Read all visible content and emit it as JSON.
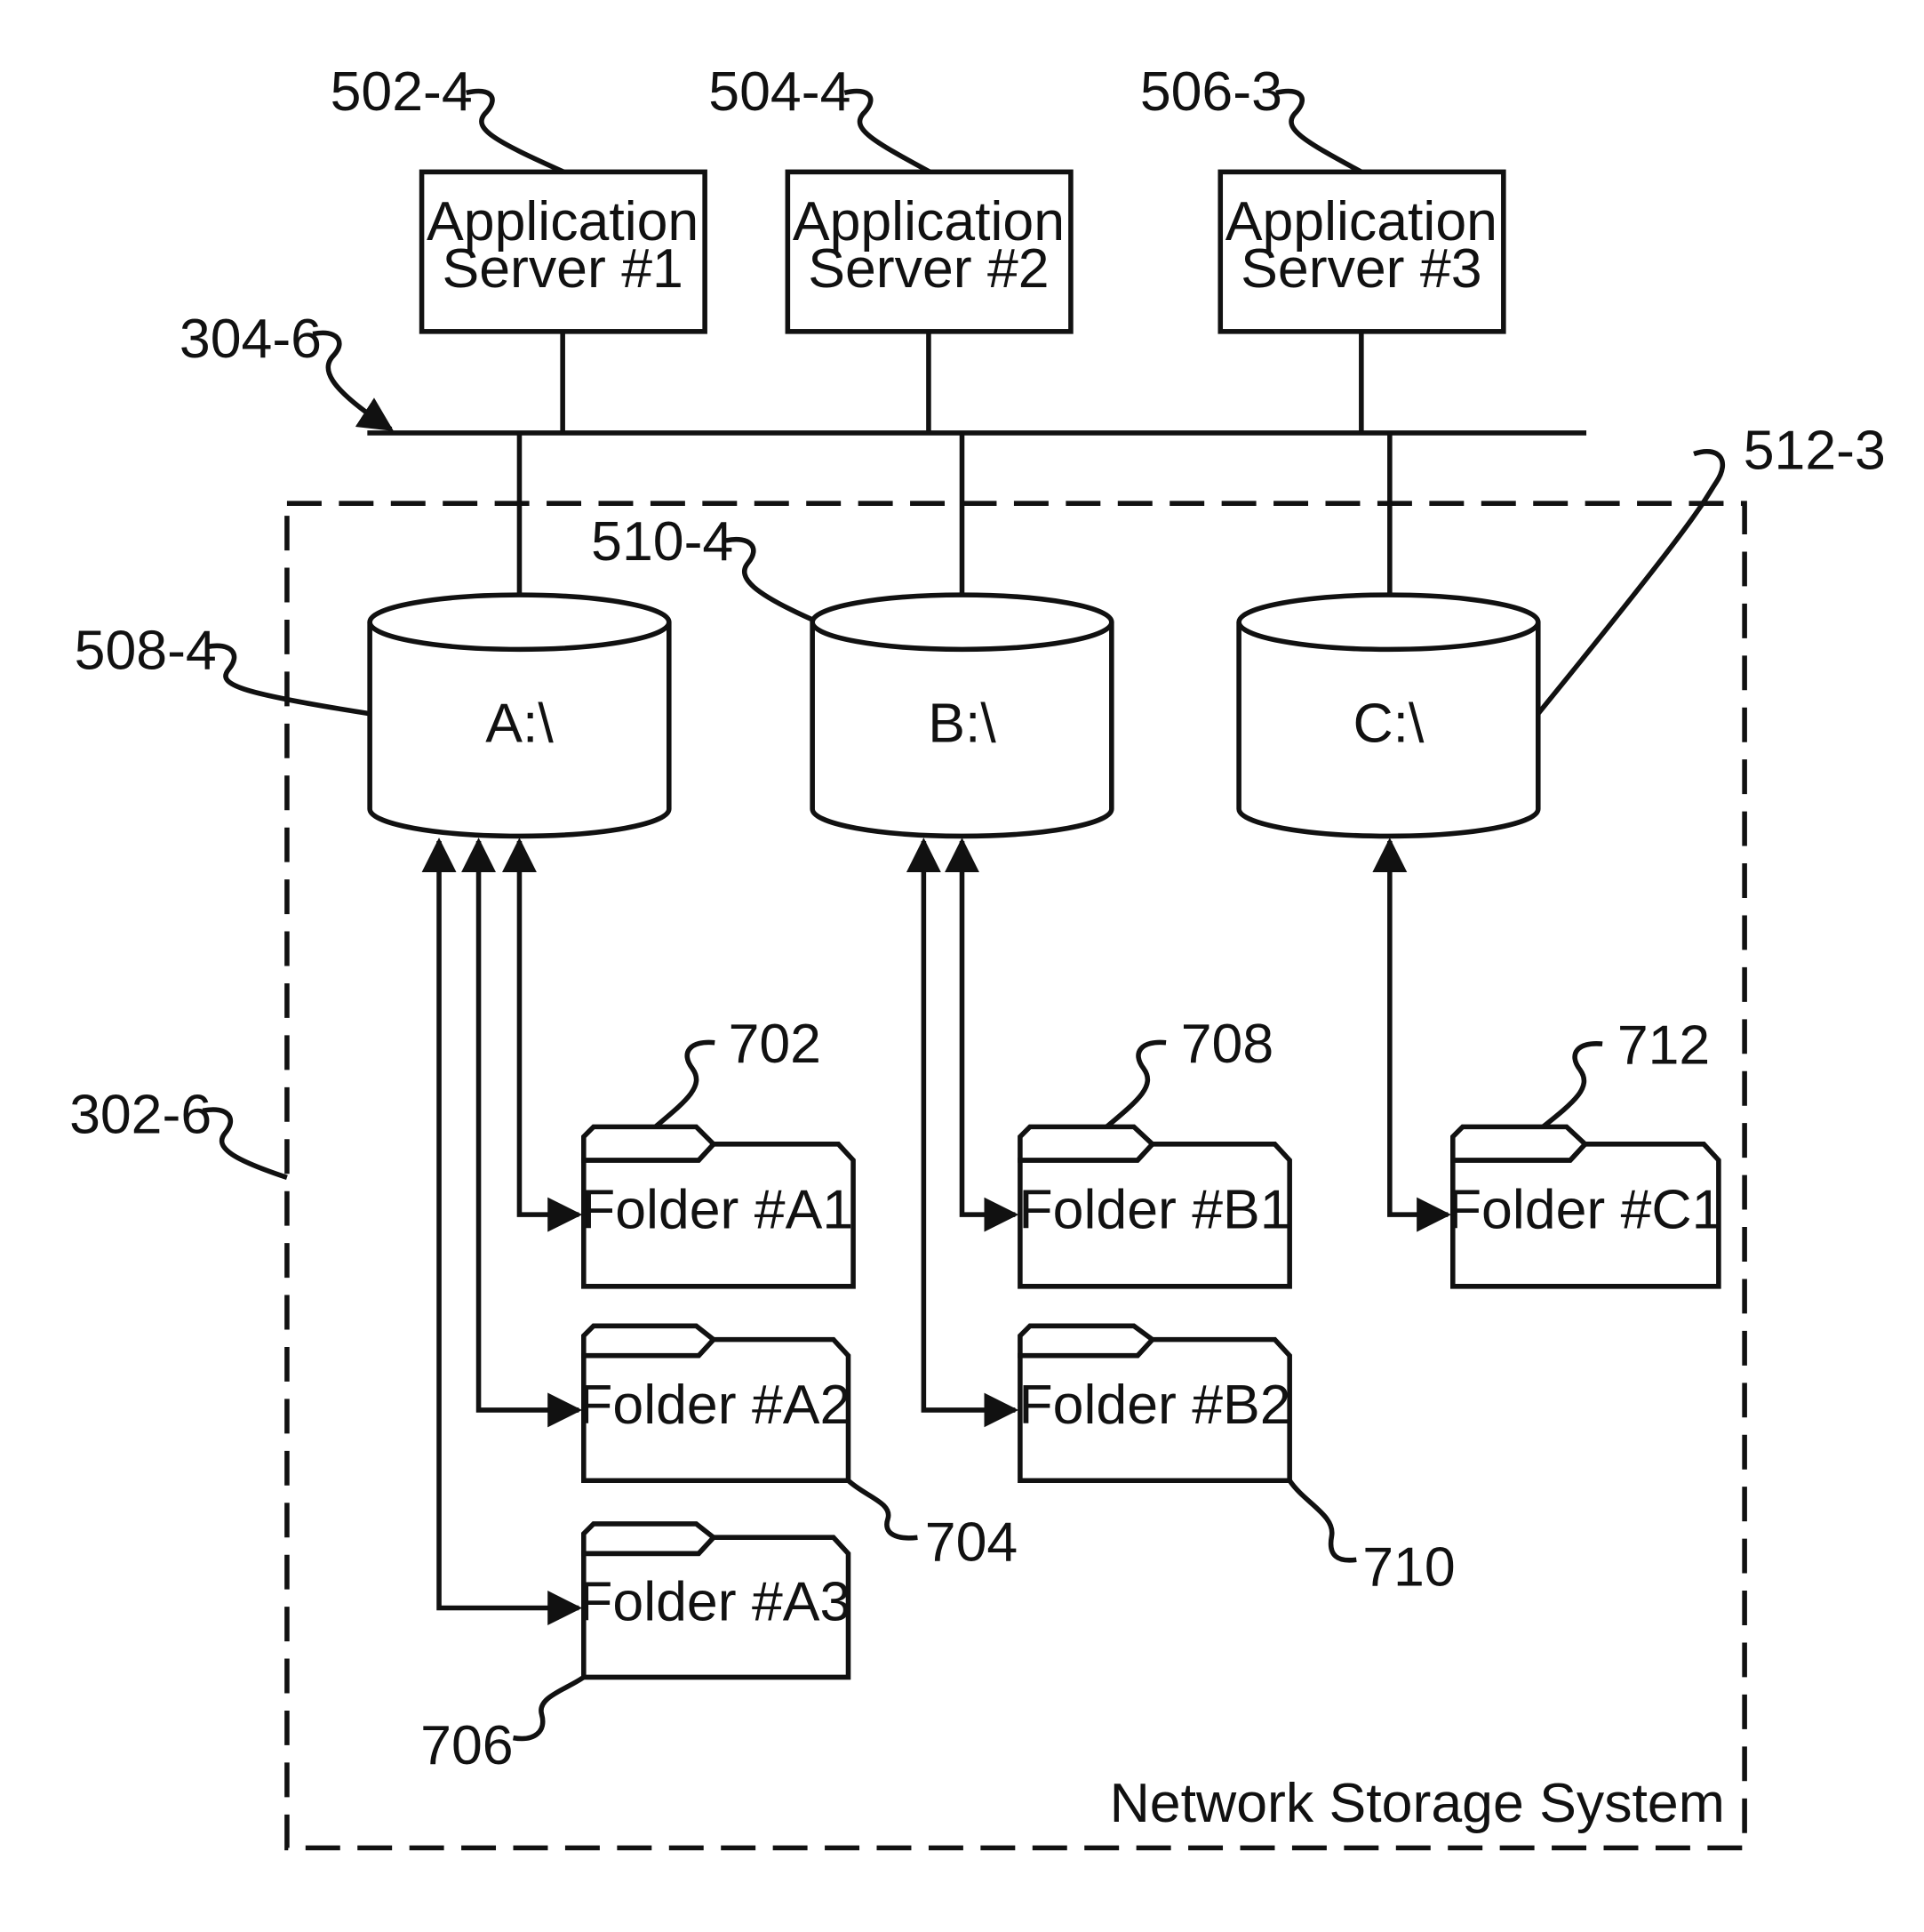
{
  "servers": [
    {
      "line1": "Application",
      "line2": "Server #1",
      "ref": "502-4"
    },
    {
      "line1": "Application",
      "line2": "Server #2",
      "ref": "504-4"
    },
    {
      "line1": "Application",
      "line2": "Server #3",
      "ref": "506-3"
    }
  ],
  "network_ref": "304-6",
  "storage_ref": "302-6",
  "storage_label": "Network Storage System",
  "drives": [
    {
      "label": "A:\\",
      "ref": "508-4"
    },
    {
      "label": "B:\\",
      "ref": "510-4"
    },
    {
      "label": "C:\\",
      "ref": "512-3"
    }
  ],
  "folders": [
    {
      "label": "Folder #A1",
      "ref": "702"
    },
    {
      "label": "Folder #A2",
      "ref": "704"
    },
    {
      "label": "Folder #A3",
      "ref": "706"
    },
    {
      "label": "Folder #B1",
      "ref": "708"
    },
    {
      "label": "Folder #B2",
      "ref": "710"
    },
    {
      "label": "Folder #C1",
      "ref": "712"
    }
  ]
}
